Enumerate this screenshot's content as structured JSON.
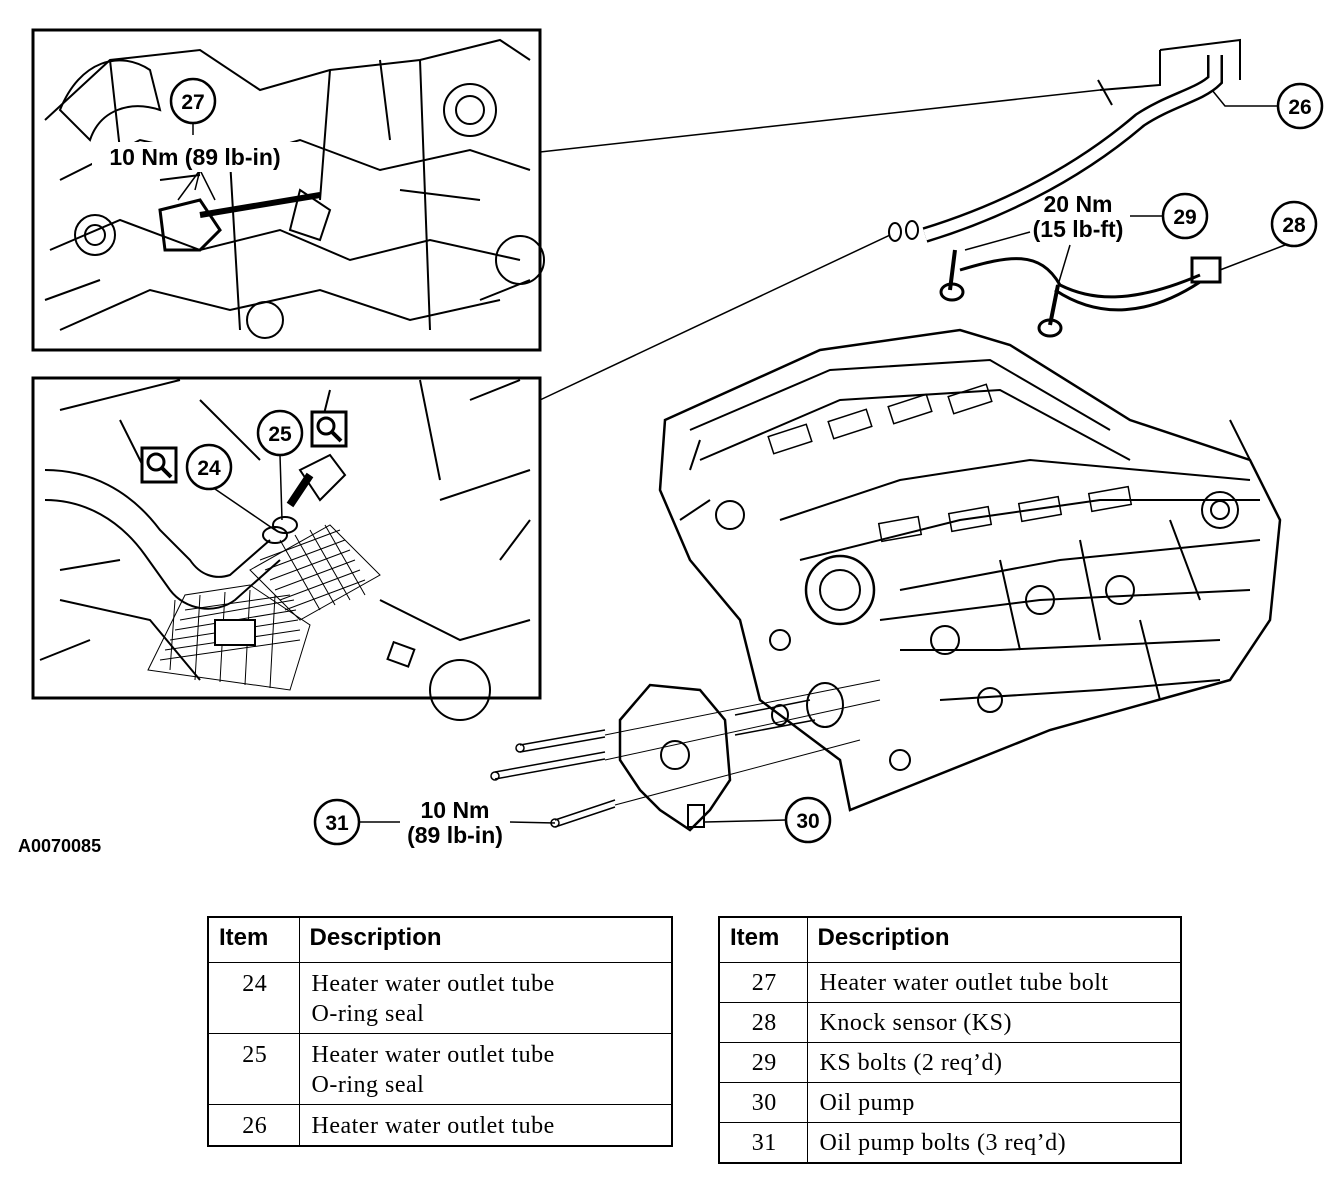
{
  "figure_id": "A0070085",
  "callouts": {
    "c24": "24",
    "c25": "25",
    "c26": "26",
    "c27": "27",
    "c28": "28",
    "c29": "29",
    "c30": "30",
    "c31": "31"
  },
  "torque_specs": {
    "t27_line1": "10 Nm (89 lb-in)",
    "t29_line1": "20 Nm",
    "t29_line2": "(15 lb-ft)",
    "t31_line1": "10 Nm",
    "t31_line2": "(89 lb-in)"
  },
  "icons": [
    "magnifier-icon",
    "magnifier-icon"
  ],
  "legend": {
    "header_item": "Item",
    "header_description": "Description",
    "left_rows": [
      {
        "item": "24",
        "line1": "Heater water outlet tube",
        "line2": "O-ring seal"
      },
      {
        "item": "25",
        "line1": "Heater water outlet tube",
        "line2": "O-ring seal"
      },
      {
        "item": "26",
        "line1": "Heater water outlet tube",
        "line2": ""
      }
    ],
    "right_rows": [
      {
        "item": "27",
        "description": "Heater water outlet tube bolt"
      },
      {
        "item": "28",
        "description": "Knock sensor (KS)"
      },
      {
        "item": "29",
        "description": "KS bolts (2 req’d)"
      },
      {
        "item": "30",
        "description": "Oil pump"
      },
      {
        "item": "31",
        "description": "Oil pump bolts (3 req’d)"
      }
    ]
  }
}
